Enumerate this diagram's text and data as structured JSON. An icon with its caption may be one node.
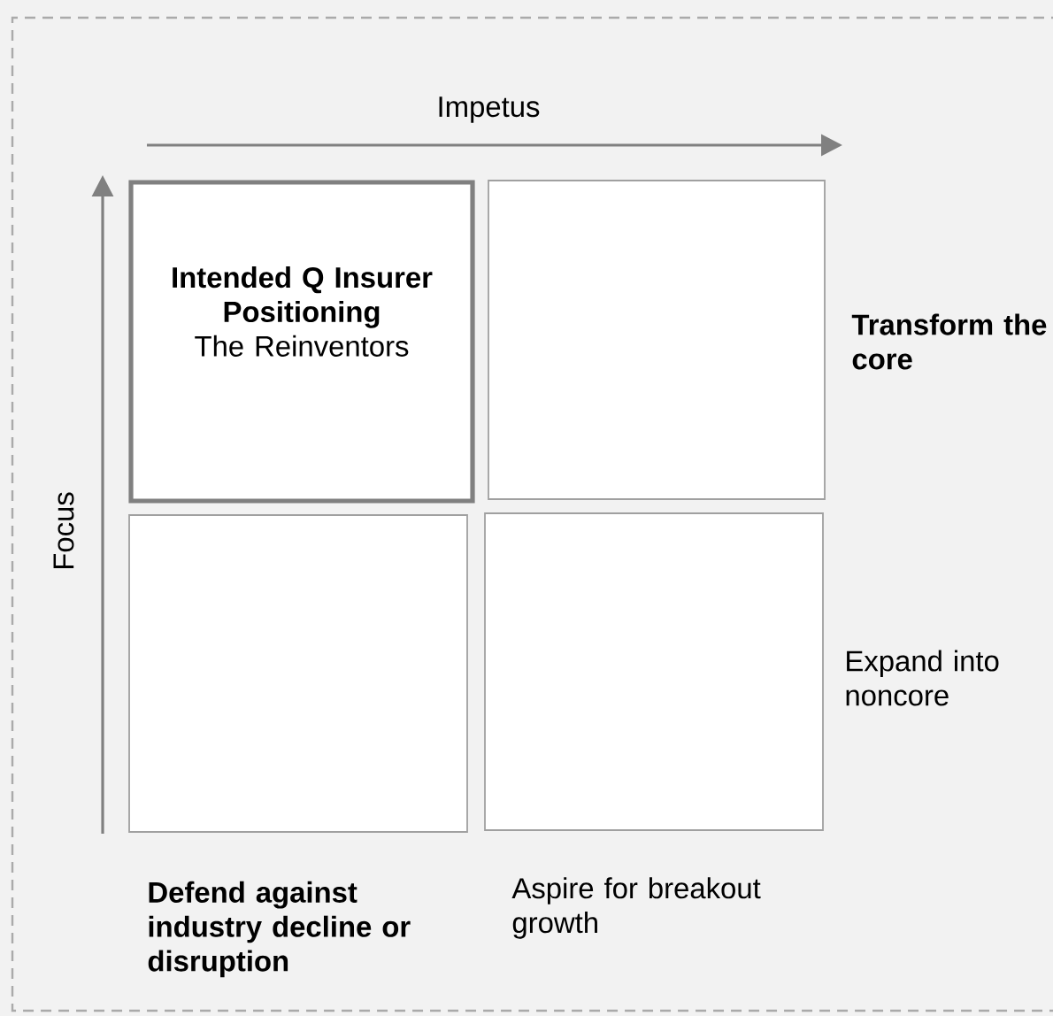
{
  "diagram": {
    "nodes": [
      {
        "text": [
          "Intended Q Insurer Positioning",
          "The Reinventors"
        ]
      },
      {
        "text": [],
        "shape": "box"
      },
      {
        "text": [],
        "shape": "box"
      },
      {
        "text": [],
        "shape": "box"
      }
    ],
    "labels": [
      "Impetus",
      "Focus",
      "Transform the core",
      "Expand into noncore",
      "Defend against industry decline or disruption",
      "Aspire for breakout growth"
    ]
  }
}
